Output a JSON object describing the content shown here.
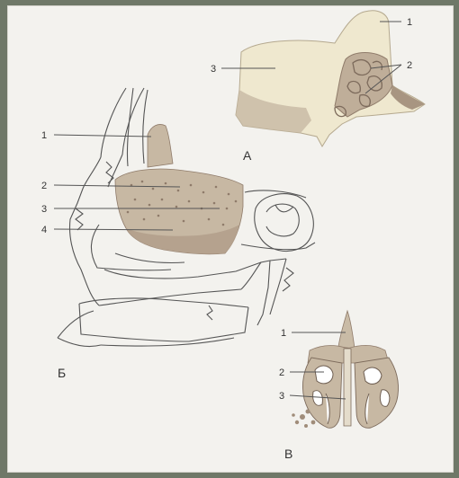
{
  "figure_a": {
    "letter": "А",
    "labels": [
      "1",
      "2",
      "3"
    ]
  },
  "figure_b": {
    "letter": "Б",
    "labels": [
      "1",
      "2",
      "3",
      "4"
    ]
  },
  "figure_v": {
    "letter": "В",
    "labels": [
      "1",
      "2",
      "3"
    ]
  },
  "colors": {
    "page": "#f3f2ee",
    "frame": "#6f7868",
    "bone_light": "#efe8cf",
    "bone_shaded": "#c7b8a3",
    "bone_dark": "#8f7b6a",
    "line": "#555555"
  }
}
